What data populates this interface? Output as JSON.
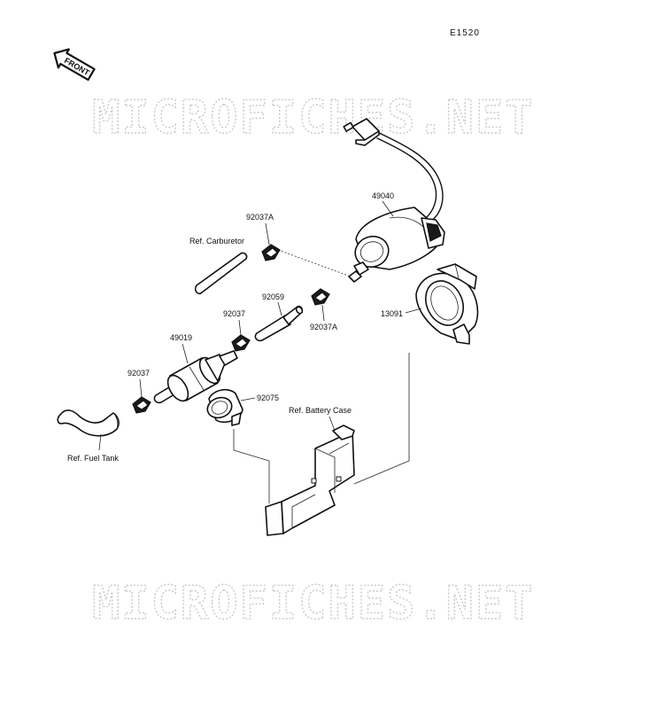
{
  "diagram": {
    "code": "E1520",
    "front_arrow": "FRONT",
    "watermark": "MICROFICHES.NET",
    "labels": {
      "p49040": "49040",
      "p92037A_top": "92037A",
      "ref_carburetor": "Ref. Carburetor",
      "p92059": "92059",
      "p92037_mid": "92037",
      "p92037A_right": "92037A",
      "p13091": "13091",
      "p49019": "49019",
      "p92037_left": "92037",
      "p92075": "92075",
      "ref_battery_case": "Ref. Battery Case",
      "ref_fuel_tank": "Ref. Fuel Tank"
    }
  }
}
